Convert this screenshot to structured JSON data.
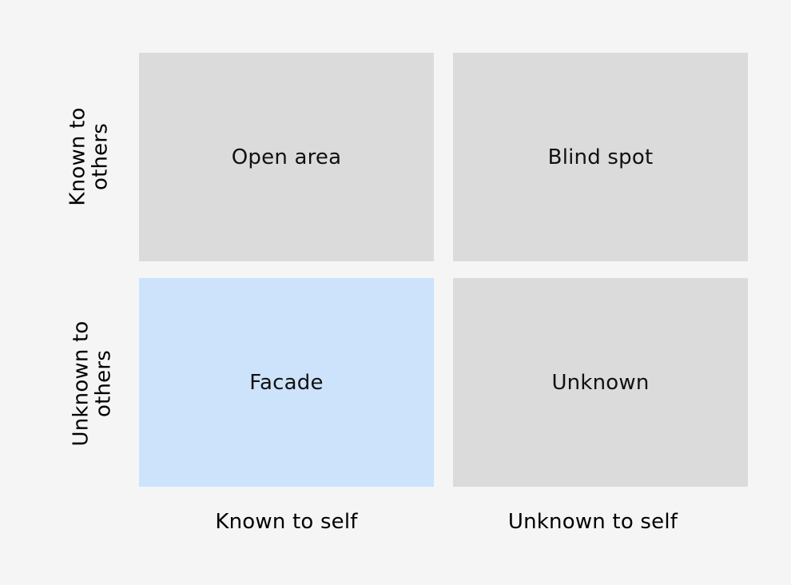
{
  "colors": {
    "background": "#f5f5f6",
    "cell_default": "#dbdbdb",
    "cell_highlight": "#cce3fb"
  },
  "quadrants": {
    "open_area": "Open area",
    "blind_spot": "Blind spot",
    "facade": "Facade",
    "unknown": "Unknown"
  },
  "columns": {
    "known_to_self": "Known to self",
    "unknown_to_self": "Unknown to self"
  },
  "rows": {
    "known_to_others": [
      "Known to",
      "others"
    ],
    "unknown_to_others": [
      "Unknown to",
      "others"
    ]
  },
  "highlighted_quadrant": "facade"
}
